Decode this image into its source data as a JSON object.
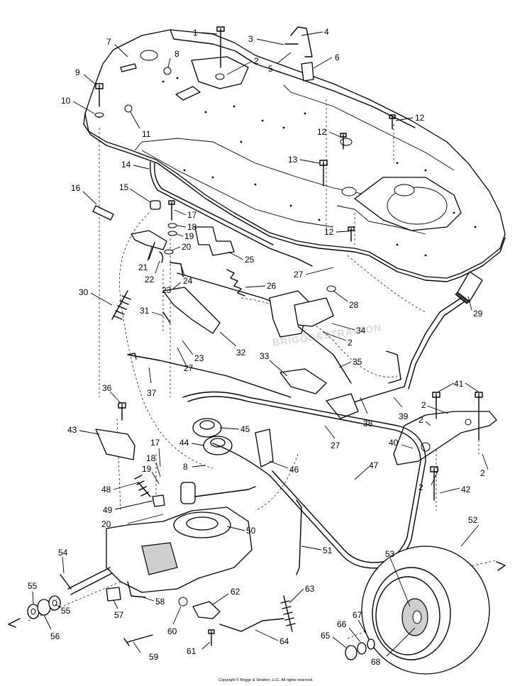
{
  "diagram": {
    "watermark": "BRIGGS&STRATTON",
    "copyright": "Copyright © Briggs & Stratton, LLC. All rights reserved.",
    "callouts": [
      {
        "id": "c1",
        "label": "1"
      },
      {
        "id": "c2a",
        "label": "2"
      },
      {
        "id": "c3",
        "label": "3"
      },
      {
        "id": "c4",
        "label": "4"
      },
      {
        "id": "c5",
        "label": "5"
      },
      {
        "id": "c6",
        "label": "6"
      },
      {
        "id": "c7",
        "label": "7"
      },
      {
        "id": "c8a",
        "label": "8"
      },
      {
        "id": "c9",
        "label": "9"
      },
      {
        "id": "c10",
        "label": "10"
      },
      {
        "id": "c11",
        "label": "11"
      },
      {
        "id": "c12a",
        "label": "12"
      },
      {
        "id": "c12b",
        "label": "12"
      },
      {
        "id": "c12c",
        "label": "12"
      },
      {
        "id": "c13",
        "label": "13"
      },
      {
        "id": "c14",
        "label": "14"
      },
      {
        "id": "c15",
        "label": "15"
      },
      {
        "id": "c16",
        "label": "16"
      },
      {
        "id": "c17a",
        "label": "17"
      },
      {
        "id": "c18a",
        "label": "18"
      },
      {
        "id": "c19a",
        "label": "19"
      },
      {
        "id": "c20a",
        "label": "20"
      },
      {
        "id": "c21",
        "label": "21"
      },
      {
        "id": "c22",
        "label": "22"
      },
      {
        "id": "c23a",
        "label": "23"
      },
      {
        "id": "c24",
        "label": "24"
      },
      {
        "id": "c25",
        "label": "25"
      },
      {
        "id": "c26",
        "label": "26"
      },
      {
        "id": "c27a",
        "label": "27"
      },
      {
        "id": "c28",
        "label": "28"
      },
      {
        "id": "c29",
        "label": "29"
      },
      {
        "id": "c30",
        "label": "30"
      },
      {
        "id": "c31",
        "label": "31"
      },
      {
        "id": "c23b",
        "label": "23"
      },
      {
        "id": "c27b",
        "label": "27"
      },
      {
        "id": "c32",
        "label": "32"
      },
      {
        "id": "c33",
        "label": "33"
      },
      {
        "id": "c34",
        "label": "34"
      },
      {
        "id": "c2b",
        "label": "2"
      },
      {
        "id": "c35",
        "label": "35"
      },
      {
        "id": "c36",
        "label": "36"
      },
      {
        "id": "c37",
        "label": "37"
      },
      {
        "id": "c38",
        "label": "38"
      },
      {
        "id": "c39",
        "label": "39"
      },
      {
        "id": "c41",
        "label": "41"
      },
      {
        "id": "c2c",
        "label": "2"
      },
      {
        "id": "c2d",
        "label": "2"
      },
      {
        "id": "c2e",
        "label": "2"
      },
      {
        "id": "c40",
        "label": "40"
      },
      {
        "id": "c2f",
        "label": "2"
      },
      {
        "id": "c42",
        "label": "42"
      },
      {
        "id": "c43",
        "label": "43"
      },
      {
        "id": "c45",
        "label": "45"
      },
      {
        "id": "c27c",
        "label": "27"
      },
      {
        "id": "c44",
        "label": "44"
      },
      {
        "id": "c17b",
        "label": "17"
      },
      {
        "id": "c18b",
        "label": "18"
      },
      {
        "id": "c19b",
        "label": "19"
      },
      {
        "id": "c8b",
        "label": "8"
      },
      {
        "id": "c46",
        "label": "46"
      },
      {
        "id": "c47",
        "label": "47"
      },
      {
        "id": "c48",
        "label": "48"
      },
      {
        "id": "c49",
        "label": "49"
      },
      {
        "id": "c20b",
        "label": "20"
      },
      {
        "id": "c50",
        "label": "50"
      },
      {
        "id": "c51",
        "label": "51"
      },
      {
        "id": "c52",
        "label": "52"
      },
      {
        "id": "c53",
        "label": "53"
      },
      {
        "id": "c54",
        "label": "54"
      },
      {
        "id": "c55a",
        "label": "55"
      },
      {
        "id": "c55b",
        "label": "55"
      },
      {
        "id": "c56",
        "label": "56"
      },
      {
        "id": "c57",
        "label": "57"
      },
      {
        "id": "c58",
        "label": "58"
      },
      {
        "id": "c59",
        "label": "59"
      },
      {
        "id": "c60",
        "label": "60"
      },
      {
        "id": "c61",
        "label": "61"
      },
      {
        "id": "c62",
        "label": "62"
      },
      {
        "id": "c63",
        "label": "63"
      },
      {
        "id": "c64",
        "label": "64"
      },
      {
        "id": "c65",
        "label": "65"
      },
      {
        "id": "c66",
        "label": "66"
      },
      {
        "id": "c67",
        "label": "67"
      },
      {
        "id": "c68",
        "label": "68"
      }
    ]
  }
}
